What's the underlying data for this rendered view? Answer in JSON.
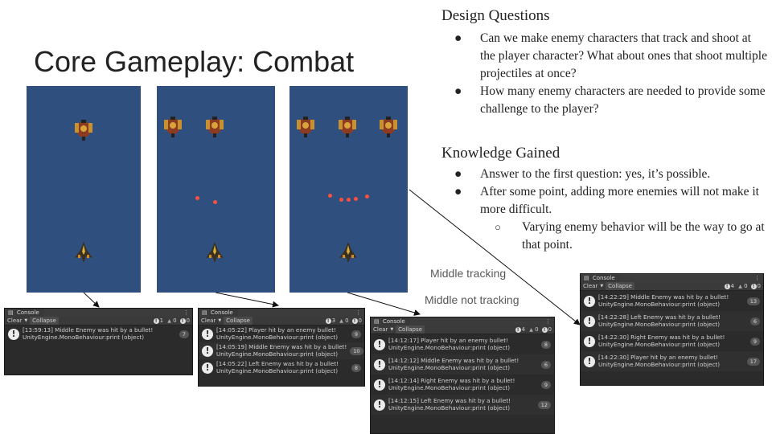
{
  "slide": {
    "title": "Core Gameplay: Combat",
    "design_heading": "Design Questions",
    "design_items": [
      "Can we make enemy characters that track and shoot at the player character? What about ones that shoot multiple projectiles at once?",
      "How many enemy characters are needed to provide some challenge to the player?"
    ],
    "knowledge_heading": "Knowledge Gained",
    "knowledge_items": [
      "Answer to the first question: yes, it’s possible.",
      "After some point, adding more enemies will not make it more difficult."
    ],
    "knowledge_subitem": "Varying enemy behavior will be the way to go at that point.",
    "caption_tracking": "Middle tracking",
    "caption_not_tracking": "Middle not tracking",
    "bullet_symbol": "●",
    "sub_bullet_symbol": "○"
  },
  "colors": {
    "game_bg": "#2f4f7f",
    "bullet": "#ff4f3f",
    "console_bg": "#2b2b2b"
  },
  "consoles": [
    {
      "tab": "Console",
      "clear": "Clear",
      "collapse": "Collapse",
      "menu": "⋮",
      "info": "1",
      "warn": "0",
      "error": "0",
      "rows": [
        {
          "line1": "[13:59:13] Middle Enemy was hit by a bullet!",
          "line2": "UnityEngine.MonoBehaviour:print (object)",
          "count": "7"
        }
      ]
    },
    {
      "tab": "Console",
      "clear": "Clear",
      "collapse": "Collapse",
      "menu": "⋮",
      "info": "3",
      "warn": "0",
      "error": "0",
      "rows": [
        {
          "line1": "[14:05:22] Player hit by an enemy bullet!",
          "line2": "UnityEngine.MonoBehaviour:print (object)",
          "count": "9"
        },
        {
          "line1": "[14:05:19] Middle Enemy was hit by a bullet!",
          "line2": "UnityEngine.MonoBehaviour:print (object)",
          "count": "10"
        },
        {
          "line1": "[14:05:22] Left Enemy was hit by a bullet!",
          "line2": "UnityEngine.MonoBehaviour:print (object)",
          "count": "8"
        }
      ]
    },
    {
      "tab": "Console",
      "clear": "Clear",
      "collapse": "Collapse",
      "menu": "⋮",
      "info": "4",
      "warn": "0",
      "error": "0",
      "rows": [
        {
          "line1": "[14:12:17] Player hit by an enemy bullet!",
          "line2": "UnityEngine.MonoBehaviour:print (object)",
          "count": "8"
        },
        {
          "line1": "[14:12:12] Middle Enemy was hit by a bullet!",
          "line2": "UnityEngine.MonoBehaviour:print (object)",
          "count": "6"
        },
        {
          "line1": "[14:12:14] Right Enemy was hit by a bullet!",
          "line2": "UnityEngine.MonoBehaviour:print (object)",
          "count": "9"
        },
        {
          "line1": "[14:12:15] Left Enemy was hit by a bullet!",
          "line2": "UnityEngine.MonoBehaviour:print (object)",
          "count": "12"
        }
      ]
    },
    {
      "tab": "Console",
      "clear": "Clear",
      "collapse": "Collapse",
      "menu": "⋮",
      "info": "4",
      "warn": "0",
      "error": "0",
      "rows": [
        {
          "line1": "[14:22:29] Middle Enemy was hit by a bullet!",
          "line2": "UnityEngine.MonoBehaviour:print (object)",
          "count": "13"
        },
        {
          "line1": "[14:22:28] Left Enemy was hit by a bullet!",
          "line2": "UnityEngine.MonoBehaviour:print (object)",
          "count": "6"
        },
        {
          "line1": "[14:22:30] Right Enemy was hit by a bullet!",
          "line2": "UnityEngine.MonoBehaviour:print (object)",
          "count": "9"
        },
        {
          "line1": "[14:22:30] Player hit by an enemy bullet!",
          "line2": "UnityEngine.MonoBehaviour:print (object)",
          "count": "17"
        }
      ]
    }
  ]
}
